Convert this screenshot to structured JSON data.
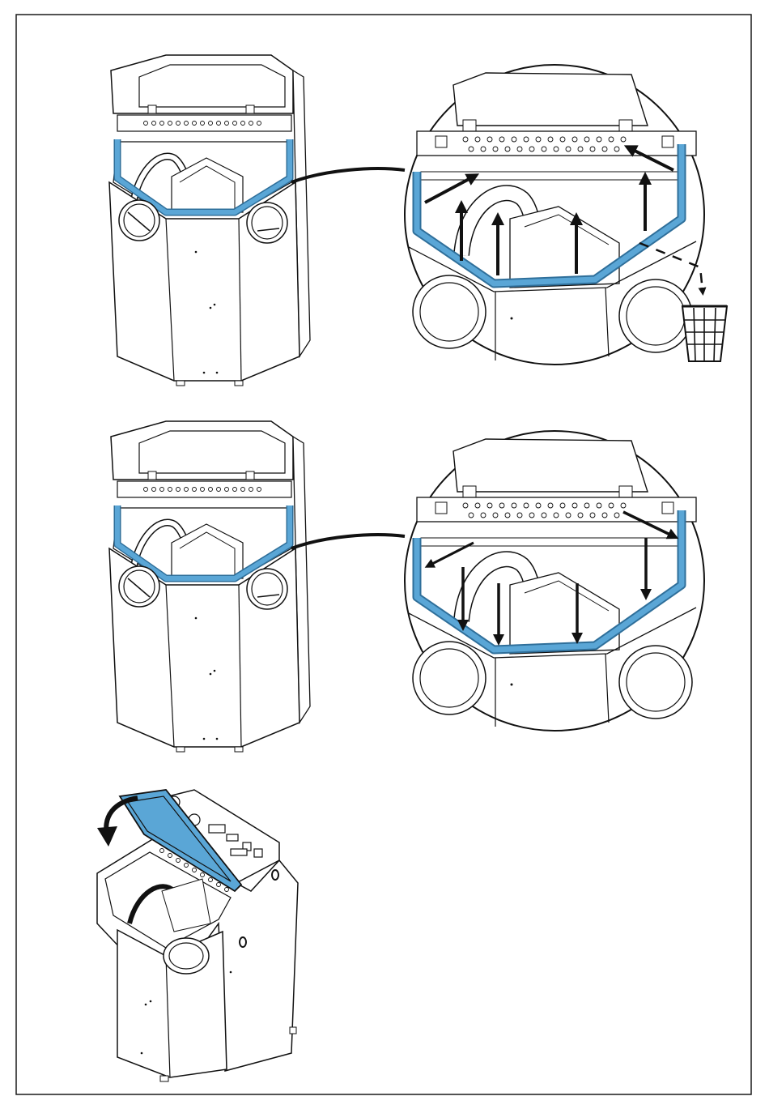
{
  "page": {
    "background": "#ffffff",
    "frame_color": "#1a1a1a"
  },
  "colors": {
    "seal": "#5aa6d6",
    "seal_edge": "#2f6f9a",
    "lid_highlight": "#5aa6d6",
    "ink": "#111111"
  },
  "steps": [
    {
      "id": "step-1",
      "description_icons": [
        "machine-overview",
        "seal-closeup",
        "arrow-up",
        "arrow-out",
        "waste-bin-icon"
      ]
    },
    {
      "id": "step-2",
      "description_icons": [
        "machine-overview",
        "seal-closeup",
        "arrow-down",
        "arrow-in"
      ]
    },
    {
      "id": "step-3",
      "description_icons": [
        "machine-lid-closing",
        "curved-arrow-icon"
      ]
    }
  ]
}
